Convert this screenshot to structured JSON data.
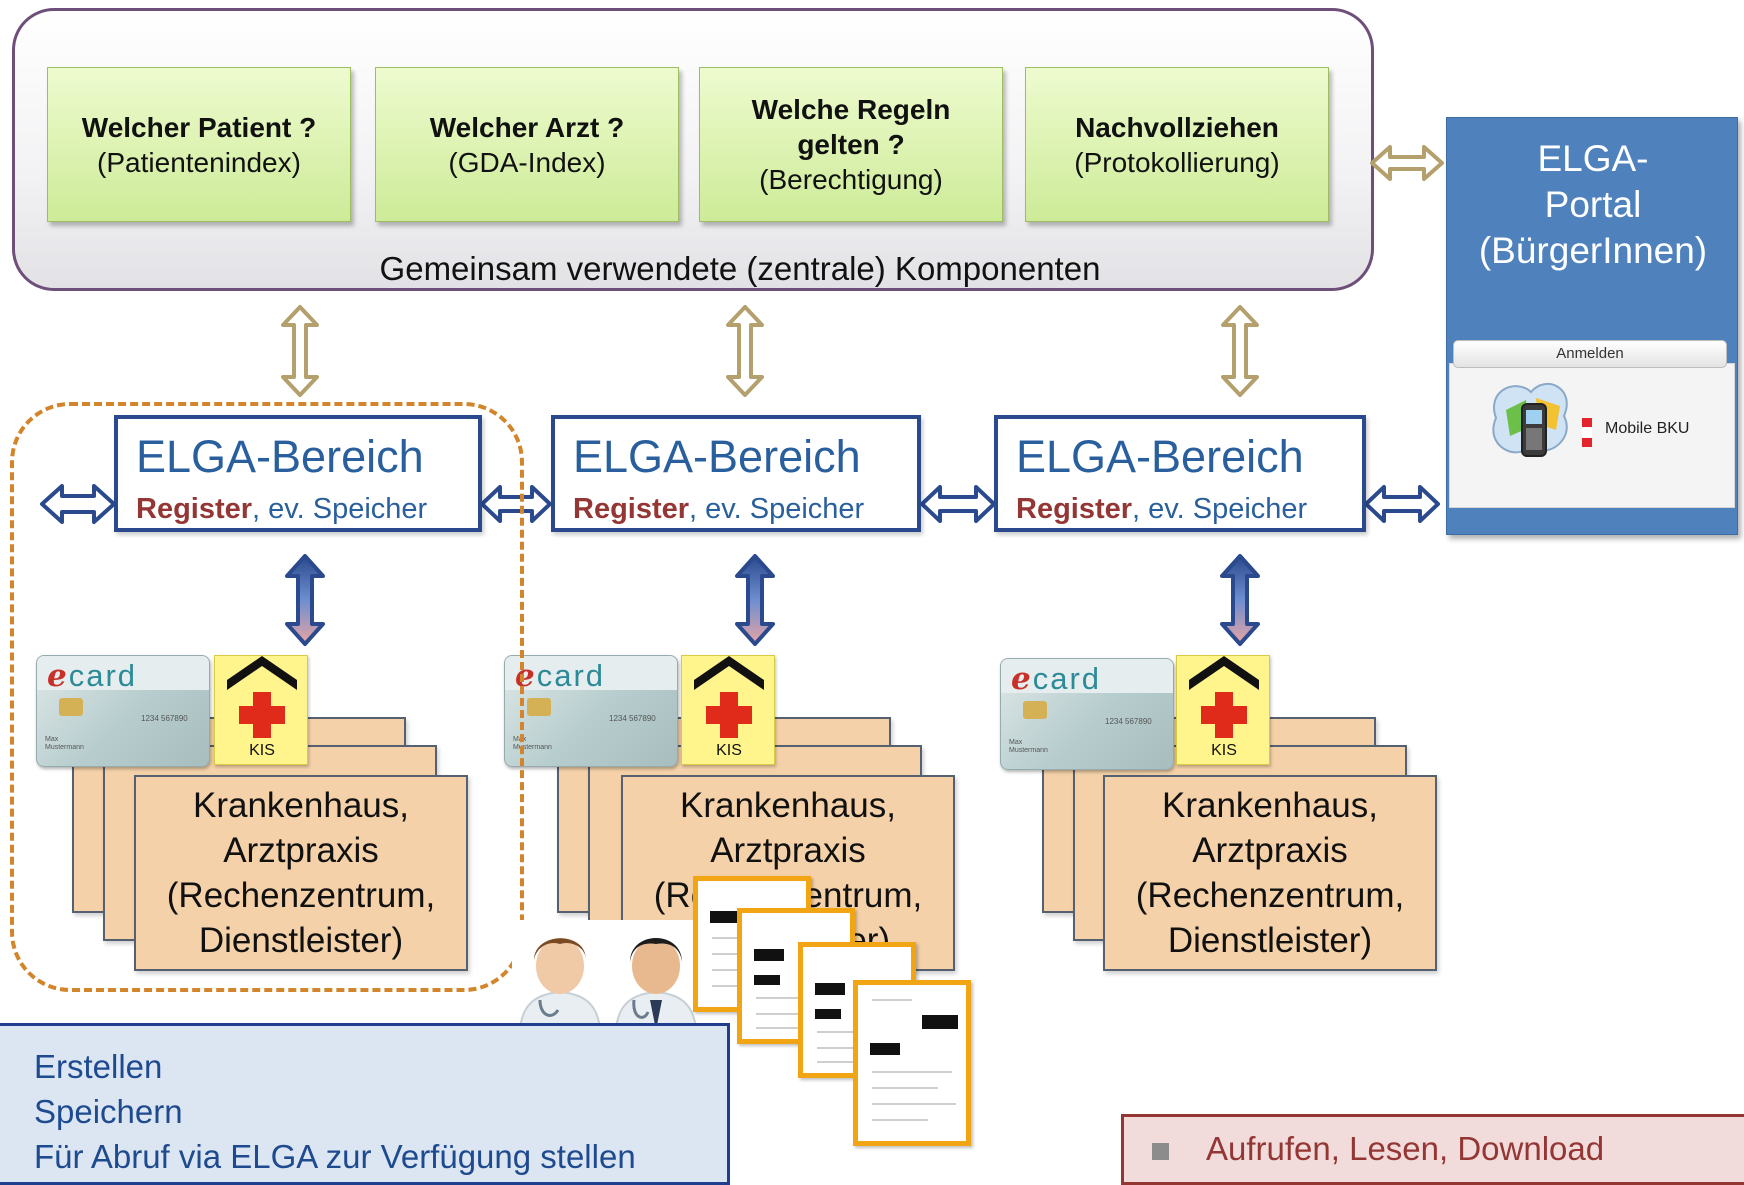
{
  "central": {
    "components": [
      {
        "title": "Welcher Patient ?",
        "subtitle": "(Patientenindex)"
      },
      {
        "title": "Welcher Arzt ?",
        "subtitle": "(GDA-Index)"
      },
      {
        "title": "Welche Regeln gelten ?",
        "subtitle": "(Berechtigung)"
      },
      {
        "title": "Nachvollziehen",
        "subtitle": "(Protokollierung)"
      }
    ],
    "caption": "Gemeinsam verwendete (zentrale) Komponenten"
  },
  "portal": {
    "title": "ELGA-\nPortal\n(BürgerInnen)",
    "bku_label": "Mobile BKU",
    "login_button": "Anmelden"
  },
  "bereiche": [
    {
      "title": "ELGA-Bereich",
      "register": "Register",
      "rest": ", ev. Speicher"
    },
    {
      "title": "ELGA-Bereich",
      "register": "Register",
      "rest": ", ev. Speicher"
    },
    {
      "title": "ELGA-Bereich",
      "register": "Register",
      "rest": ", ev. Speicher"
    }
  ],
  "providers": [
    {
      "text": "Krankenhaus,\nArztpraxis\n(Rechenzentrum,\nDienstleister)"
    },
    {
      "text": "Krankenhaus,\nArztpraxis\n(Rechenzentrum,\nDienstleister)"
    },
    {
      "text": "Krankenhaus,\nArztpraxis\n(Rechenzentrum,\nDienstleister)"
    }
  ],
  "ecard": {
    "logo_e": "e",
    "logo_rest": "card",
    "number": "1234 567890",
    "holder": "Max\nMustermann"
  },
  "kis": {
    "label": "KIS"
  },
  "actions": {
    "items": [
      "Erstellen",
      "Speichern",
      "Für Abruf via ELGA zur Verfügung stellen"
    ]
  },
  "reader": {
    "text": "Aufrufen, Lesen, Download"
  },
  "colors": {
    "frame_border": "#6e4f7a",
    "component_fill": "#d7f0a9",
    "portal_fill": "#4f81bd",
    "bereich_border": "#2b4a8e",
    "register_red": "#943634",
    "cluster_dash": "#d3852c",
    "provider_fill": "#f4d1a8",
    "arrow_tan": "#b3a06c",
    "arrow_blue": "#2b4a8e",
    "doc_border": "#f2a513",
    "action_fill": "#dce6f2",
    "reader_fill": "#f2dcdb"
  }
}
